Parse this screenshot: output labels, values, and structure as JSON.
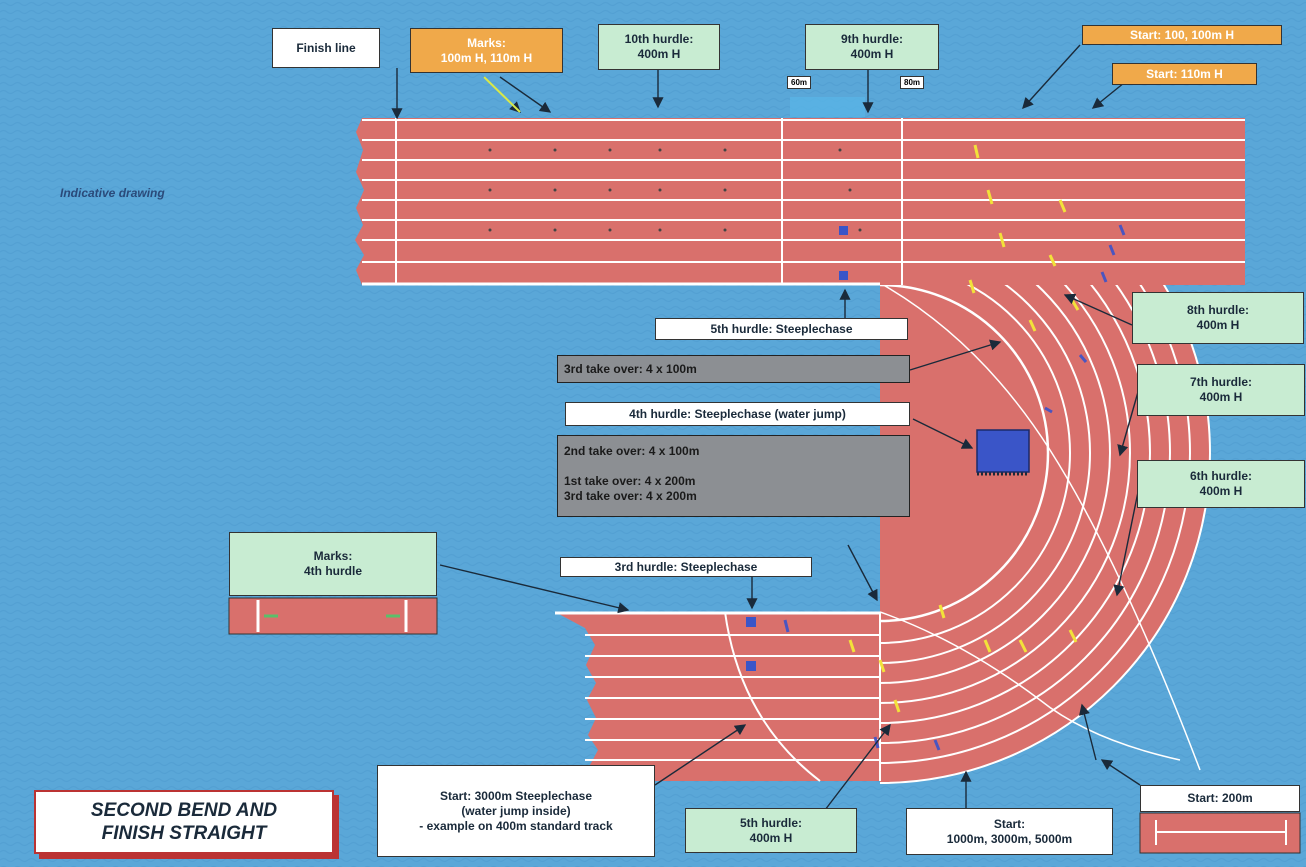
{
  "labels": {
    "finish_line": "Finish line",
    "marks_top_l1": "Marks:",
    "marks_top_l2": "100m H, 110m H",
    "hurdle10_l1": "10th hurdle:",
    "hurdle10_l2": "400m H",
    "hurdle9_l1": "9th hurdle:",
    "hurdle9_l2": "400m H",
    "start_100": "Start:  100, 100m H",
    "start_110": "Start:  110m H",
    "mark_60m": "60m",
    "mark_80m": "80m",
    "indicative": "Indicative drawing",
    "hurdle8_l1": "8th hurdle:",
    "hurdle8_l2": "400m H",
    "hurdle7_l1": "7th hurdle:",
    "hurdle7_l2": "400m H",
    "hurdle6_l1": "6th hurdle:",
    "hurdle6_l2": "400m H",
    "steeple5": "5th hurdle: Steeplechase",
    "takeover3_4x100": "3rd take over: 4 x 100m",
    "steeple4": "4th hurdle: Steeplechase (water jump)",
    "takeover2_4x100": "2nd take over: 4 x 100m",
    "takeover1_4x200": "1st take over: 4 x 200m",
    "takeover3_4x200": "3rd take over: 4 x 200m",
    "marks4_l1": "Marks:",
    "marks4_l2": "4th hurdle",
    "steeple3": "3rd hurdle: Steeplechase",
    "start3000_l1": "Start: 3000m Steeplechase",
    "start3000_l2": "(water jump inside)",
    "start3000_l3": "- example on 400m standard track",
    "hurdle5_l1": "5th hurdle:",
    "hurdle5_l2": "400m H",
    "start1000_l1": "Start:",
    "start1000_l2": "1000m, 3000m, 5000m",
    "start200": "Start: 200m",
    "title_l1": "SECOND BEND AND",
    "title_l2": "FINISH STRAIGHT"
  },
  "colors": {
    "background": "#5aa7d8",
    "track": "#d9706c",
    "lane_line": "#ffffff",
    "label_green": "#c8ecd2",
    "label_orange": "#f0a94a",
    "takeover_gray": "#8c8f93",
    "water_jump": "#3a55c8",
    "mark_yellow": "#f2e23a",
    "mark_blue": "#4a55c0",
    "title_border": "#bb3333"
  }
}
